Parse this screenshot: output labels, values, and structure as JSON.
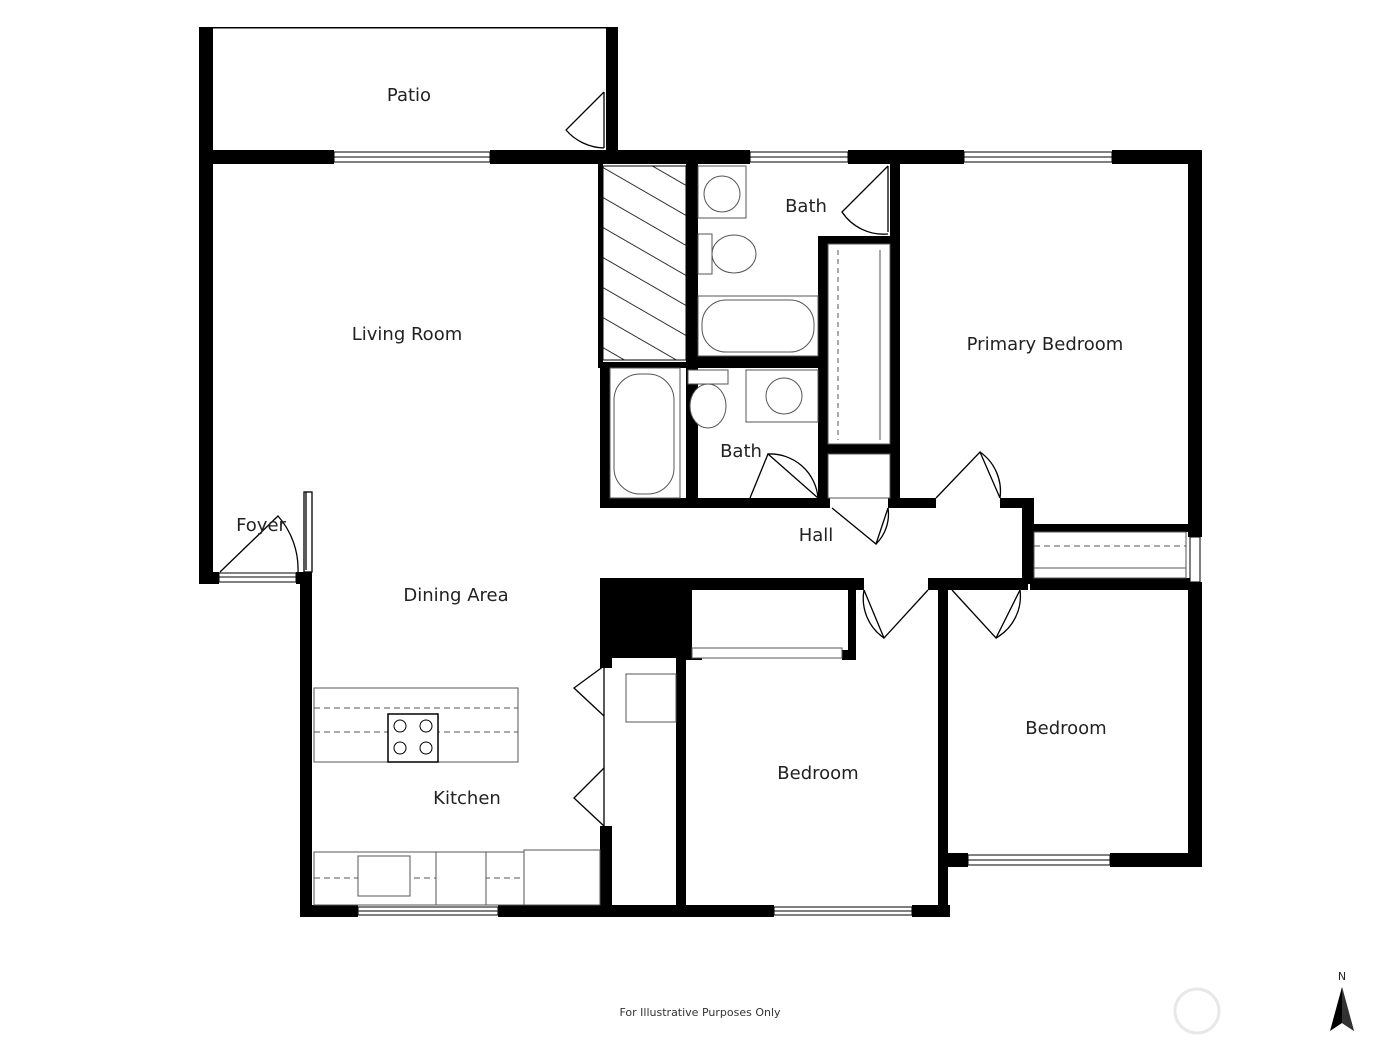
{
  "rooms": {
    "patio": "Patio",
    "living_room": "Living Room",
    "bath_upper": "Bath",
    "bath_lower": "Bath",
    "primary_bedroom": "Primary Bedroom",
    "foyer": "Foyer",
    "hall": "Hall",
    "dining_area": "Dining Area",
    "kitchen": "Kitchen",
    "bedroom_middle": "Bedroom",
    "bedroom_right": "Bedroom"
  },
  "footer": "For Illustrative Purposes Only",
  "compass": {
    "label": "N"
  },
  "colors": {
    "wall": "#000000",
    "fixture": "#555555",
    "background": "#ffffff"
  }
}
